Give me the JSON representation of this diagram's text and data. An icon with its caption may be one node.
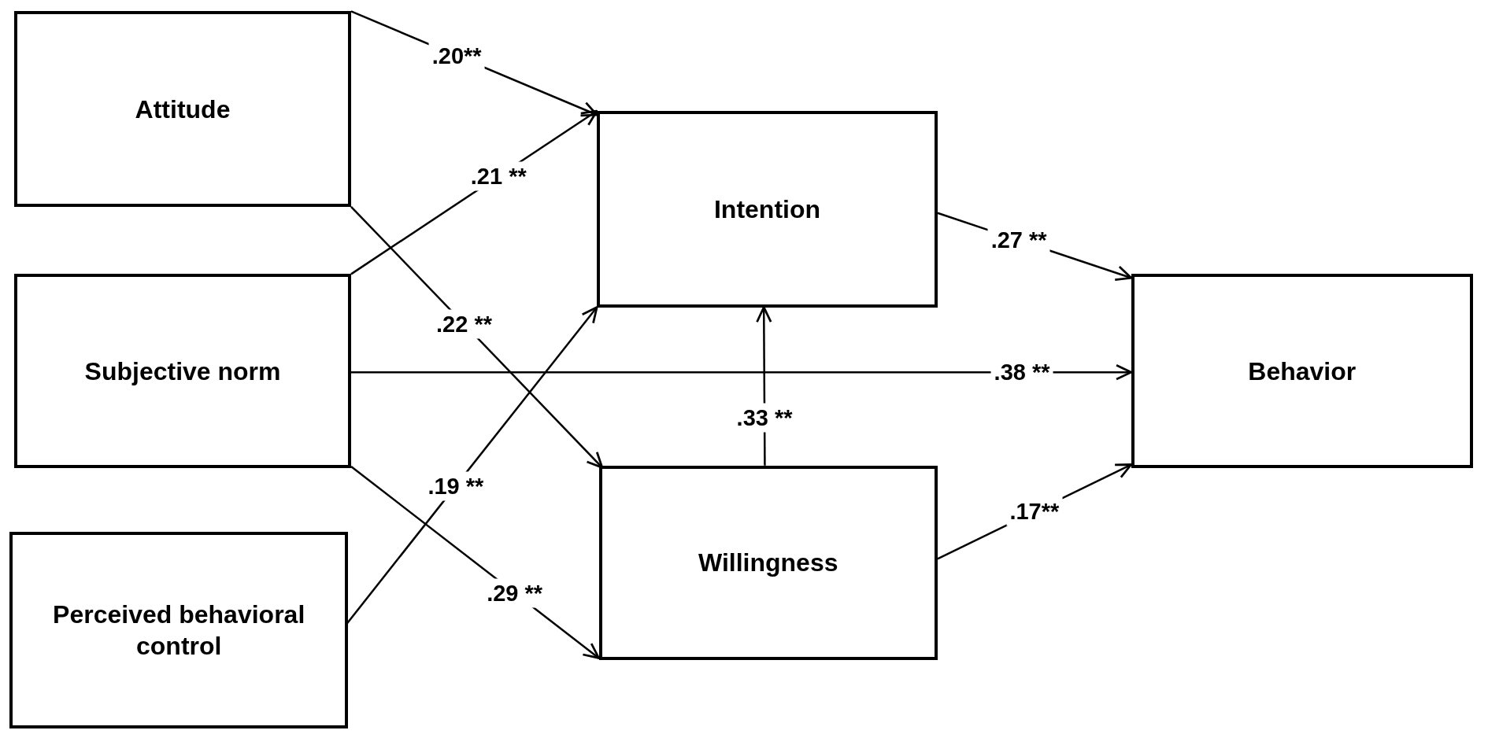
{
  "diagram": {
    "nodes": [
      {
        "text": [
          "Attitude"
        ]
      },
      {
        "text": [
          "Subjective norm"
        ]
      },
      {
        "text": [
          "Perceived behavioral control"
        ]
      },
      {
        "text": [
          "Intention"
        ]
      },
      {
        "text": [
          "Willingness"
        ]
      },
      {
        "text": [
          "Behavior"
        ]
      }
    ],
    "edges": [
      {
        "from": 0,
        "to": 3,
        "arrow": "to",
        "label": ".20**"
      },
      {
        "from": 1,
        "to": 3,
        "arrow": "to",
        "label": ".21 **"
      },
      {
        "from": 0,
        "to": 4,
        "arrow": "to",
        "label": ".22 **"
      },
      {
        "from": 2,
        "to": 3,
        "arrow": "to",
        "label": ".19 **"
      },
      {
        "from": 1,
        "to": 5,
        "arrow": "to",
        "label": ".38 **"
      },
      {
        "from": 1,
        "to": 4,
        "arrow": "to",
        "label": ".29 **"
      },
      {
        "from": 4,
        "to": 3,
        "arrow": "to",
        "label": ".33 **"
      },
      {
        "from": 3,
        "to": 5,
        "arrow": "to",
        "label": ".27 **"
      },
      {
        "from": 4,
        "to": 5,
        "arrow": "to",
        "label": ".17**"
      }
    ]
  }
}
